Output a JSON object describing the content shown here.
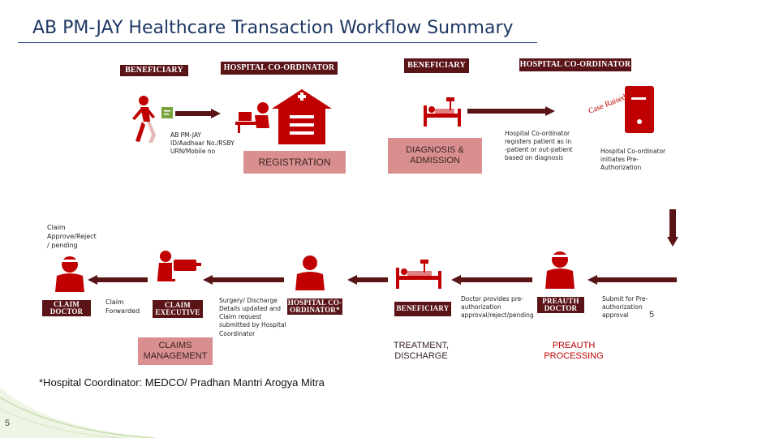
{
  "title": "AB PM-JAY Healthcare Transaction Workflow Summary",
  "row1": {
    "beneficiary_label": "BENEFICIARY",
    "hospital_coordinator_label": "HOSPITAL CO-ORDINATOR",
    "beneficiary_id_note": "AB PM-JAY ID/Aadhaar No./RSBY URN/Mobile no",
    "registration_label": "REGISTRATION",
    "beneficiary_label_2": "BENEFICIARY",
    "hospital_coordinator_label_2": "HOSPITAL CO-ORDINATOR",
    "diagnosis_label": "DIAGNOSIS & ADMISSION",
    "registers_note": "Hospital Co-ordinator registers patient as in -patient or out-patient based on diagnosis",
    "preauth_note": "Hospital Co-ordinator initiates Pre-Authorization",
    "case_raised_text": "Case Raised"
  },
  "row2": {
    "claim_status_note": "Claim Approve/Reject / pending",
    "claim_doctor_label": "CLAIM DOCTOR",
    "claim_forwarded_note": "Claim Forwarded",
    "claim_executive_label": "CLAIM EXECUTIVE",
    "surgery_note": "Surgery/ Discharge Details updated and Claim request submitted by Hospital Coordinator",
    "hospital_coordinator_label": "HOSPITAL CO-ORDINATOR*",
    "claims_management_label": "CLAIMS MANAGEMENT",
    "beneficiary_label": "BENEFICIARY",
    "treatment_label": "TREATMENT, DISCHARGE",
    "doctor_provides_note": "Doctor provides pre-authorization approval/reject/pending",
    "preauth_doctor_label": "PREAUTH DOCTOR",
    "preauth_processing_label": "PREAUTH PROCESSING",
    "submit_note": "Submit for Pre-authorization approval",
    "inline_page_number": "5"
  },
  "footnote": "*Hospital Coordinator: MEDCO/ Pradhan Mantri Arogya Mitra",
  "page_number": "5",
  "colors": {
    "accent_red": "#c00000",
    "banner": "#5a1418",
    "pink": "#d98f8f",
    "title": "#1f3864"
  }
}
